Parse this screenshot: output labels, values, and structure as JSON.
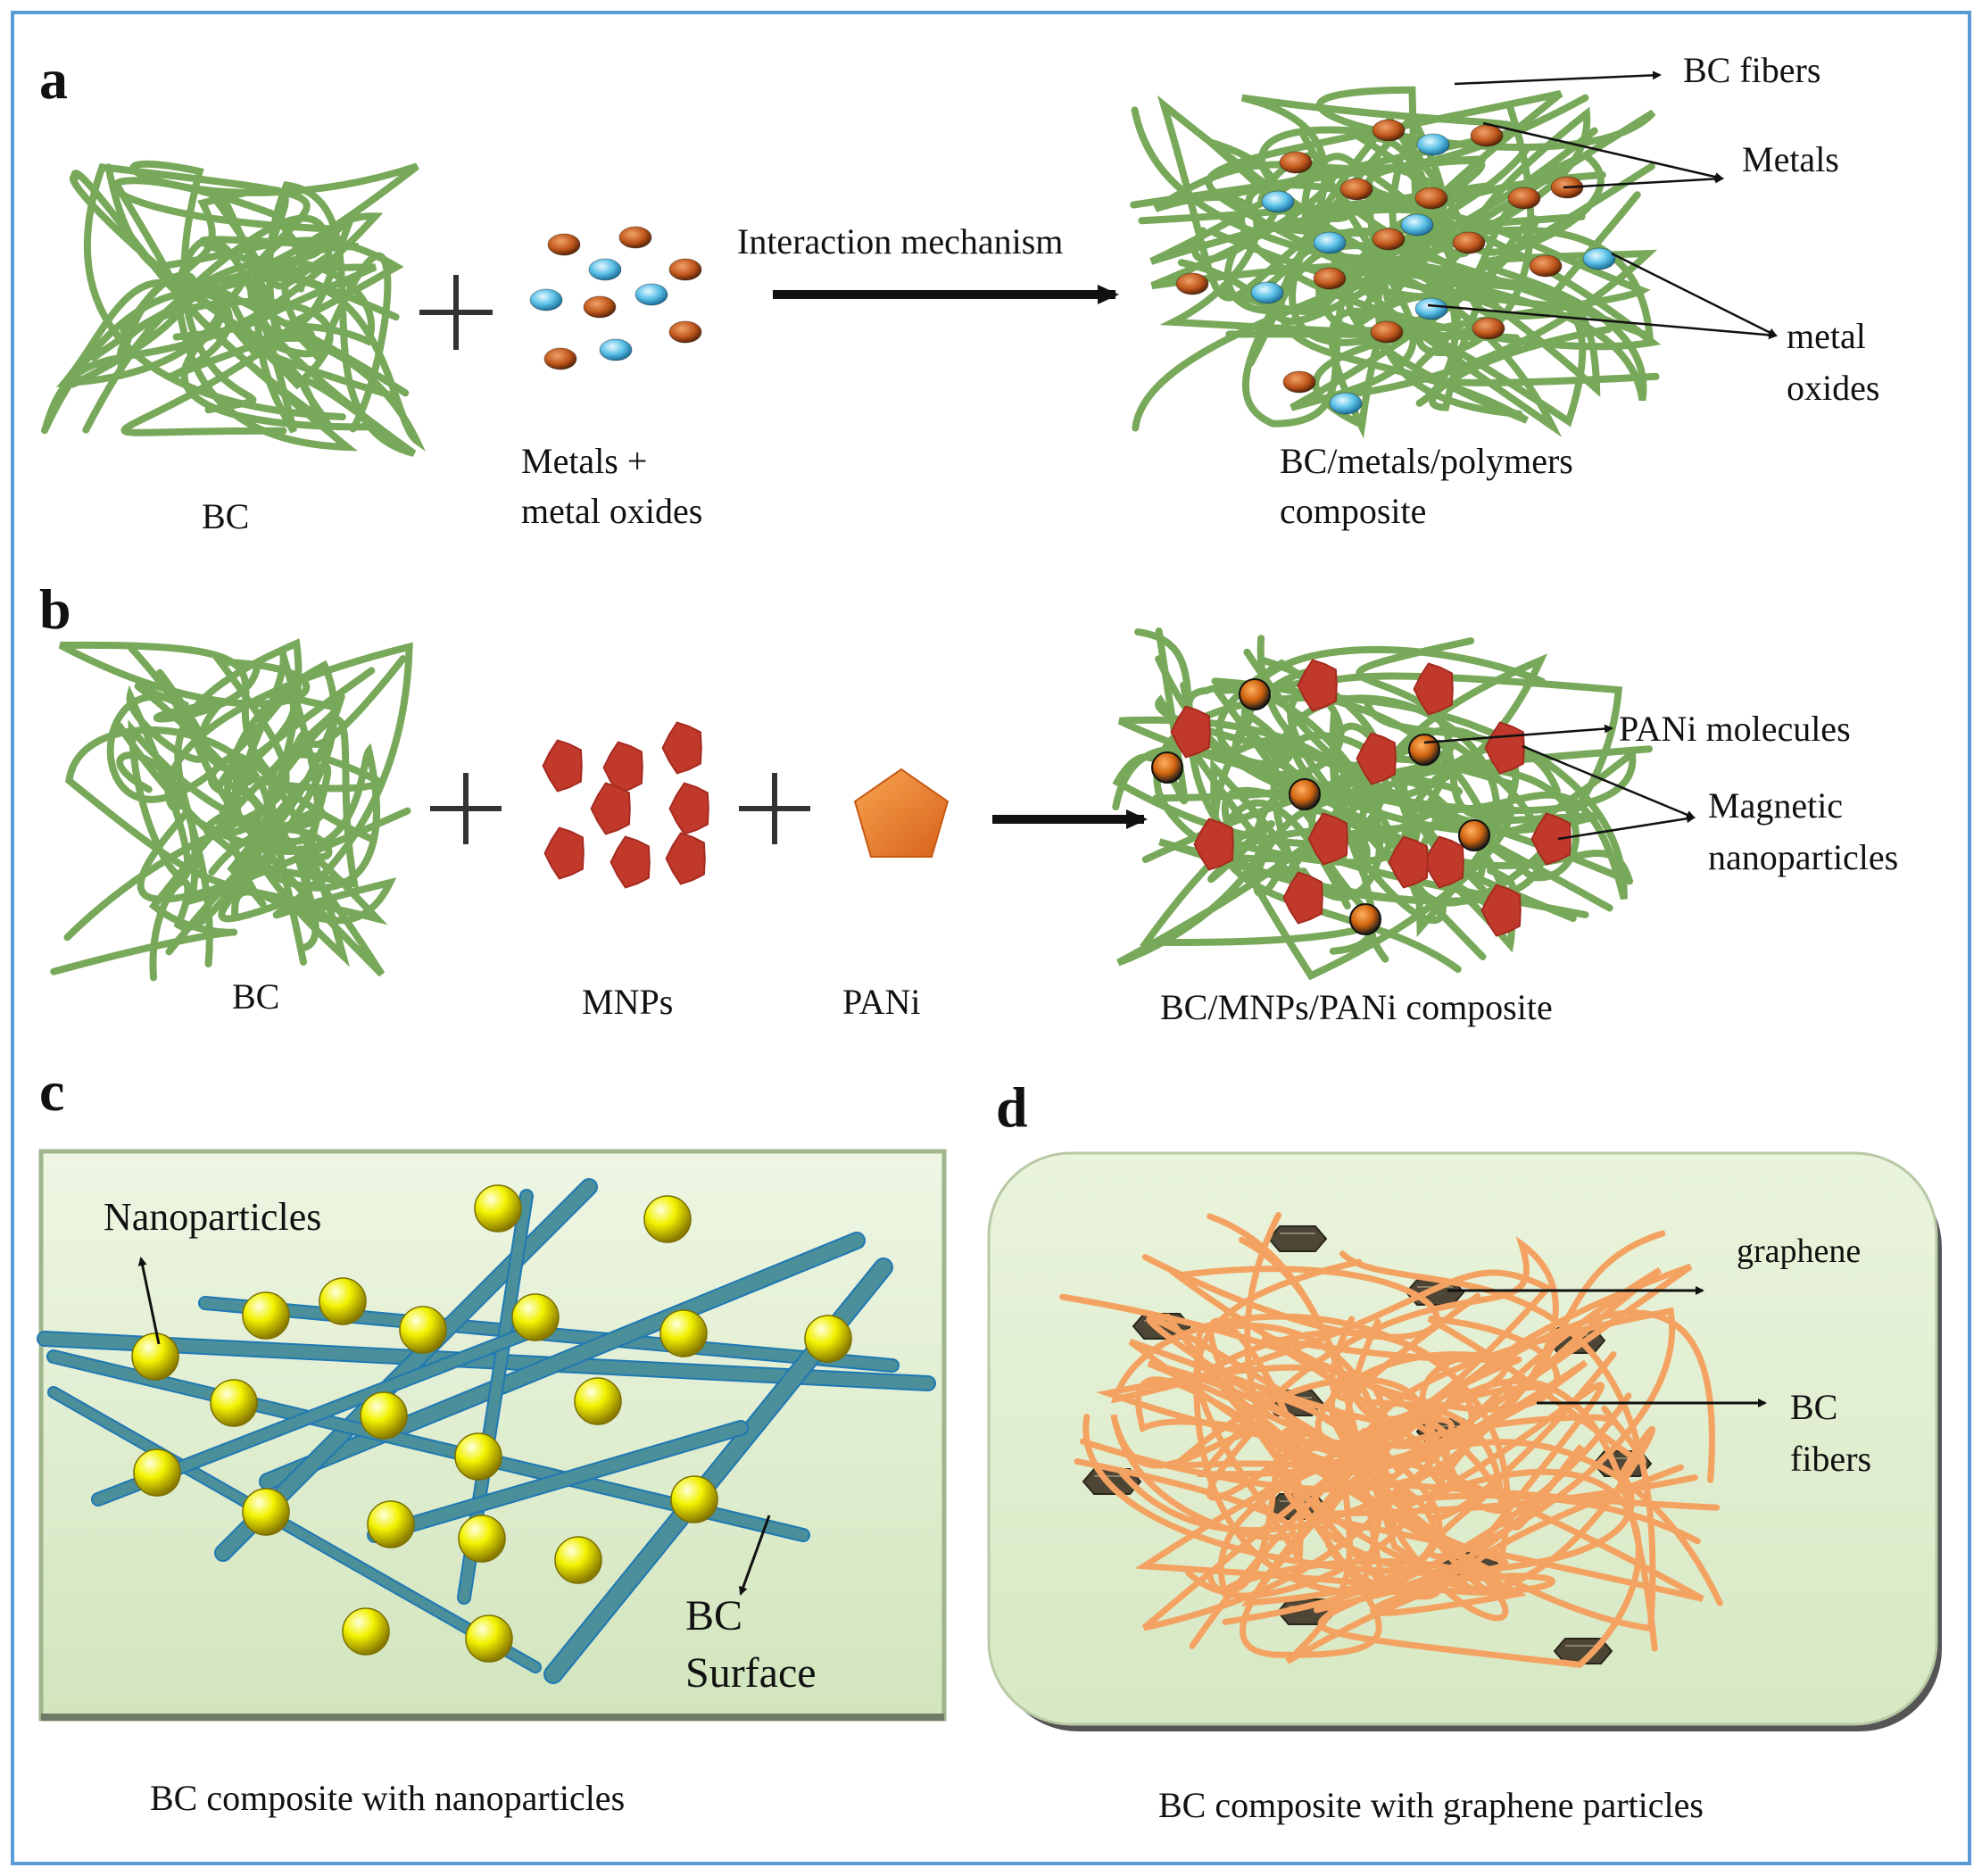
{
  "colors": {
    "frame": "#5b9bd5",
    "fiber_green": "#78a85a",
    "fiber_orange": "#f4a261",
    "bc_rod": "#4a8f9a",
    "rod_highlight": "#1f78b4",
    "panel_bg": "#dcebc8",
    "metal": "#c1581d",
    "oxide": "#5cc1e8",
    "mnp": "#c0392b",
    "pani": "#e67e22",
    "nanoparticle": "#e8e800",
    "graphene": "#4d4636",
    "text": "#111111"
  },
  "panel_a": {
    "letter": "a",
    "bc_label": "BC",
    "reactant_label_line1": "Metals +",
    "reactant_label_line2": "metal oxides",
    "arrow_label": "Interaction mechanism",
    "product_label_line1": "BC/metals/polymers",
    "product_label_line2": "composite",
    "callout_fibers": "BC fibers",
    "callout_metals": "Metals",
    "callout_oxides_line1": "metal",
    "callout_oxides_line2": "oxides"
  },
  "panel_b": {
    "letter": "b",
    "bc_label": "BC",
    "mnps_label": "MNPs",
    "pani_label": "PANi",
    "product_label": "BC/MNPs/PANi composite",
    "callout_pani": "PANi molecules",
    "callout_mnp_line1": "Magnetic",
    "callout_mnp_line2": "nanoparticles"
  },
  "panel_c": {
    "letter": "c",
    "nanoparticles_label": "Nanoparticles",
    "bc_surface_line1": "BC",
    "bc_surface_line2": "Surface",
    "caption": "BC composite with nanoparticles"
  },
  "panel_d": {
    "letter": "d",
    "graphene_label": "graphene",
    "bc_fibers_line1": "BC",
    "bc_fibers_line2": "fibers",
    "caption": "BC composite with graphene particles"
  }
}
